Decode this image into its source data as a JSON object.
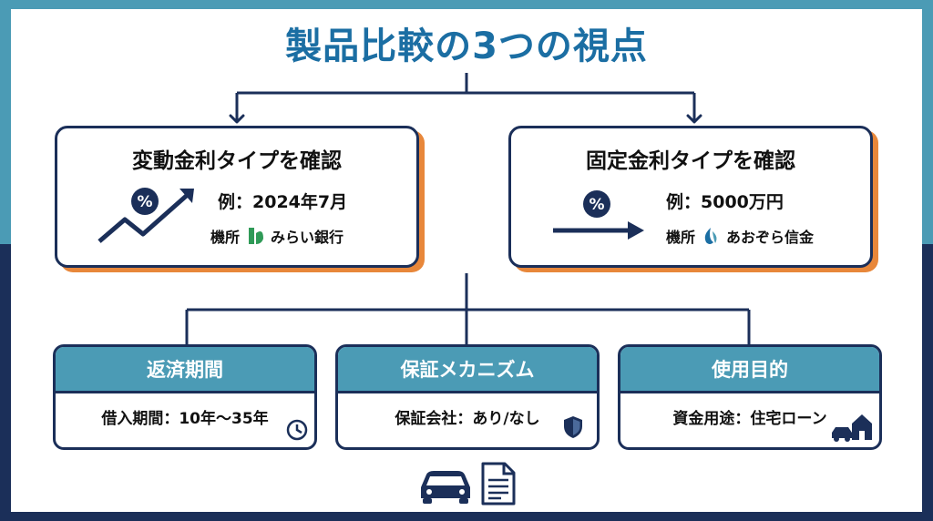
{
  "title": "製品比較の3つの視点",
  "variable_card": {
    "title": "変動金利タイプを確認",
    "example": "例：2024年7月",
    "institution_prefix": "機所",
    "institution_name": "みらい銀行",
    "badge": "%"
  },
  "fixed_card": {
    "title": "固定金利タイプを確認",
    "example": "例：5000万円",
    "institution_prefix": "機所",
    "institution_name": "あおぞら信金",
    "badge": "%"
  },
  "repayment": {
    "header": "返済期間",
    "body": "借入期間：10年〜35年",
    "icon": "clock-icon"
  },
  "guarantee": {
    "header": "保証メカニズム",
    "body": "保証会社：あり/なし",
    "icon": "shield-icon"
  },
  "purpose": {
    "header": "使用目的",
    "body": "資金用途：住宅ローン",
    "icon": "house-car-icon"
  },
  "colors": {
    "navy": "#1b2f59",
    "teal": "#4b9bb5",
    "orange": "#e8873a",
    "title_blue": "#1b6ea3"
  }
}
